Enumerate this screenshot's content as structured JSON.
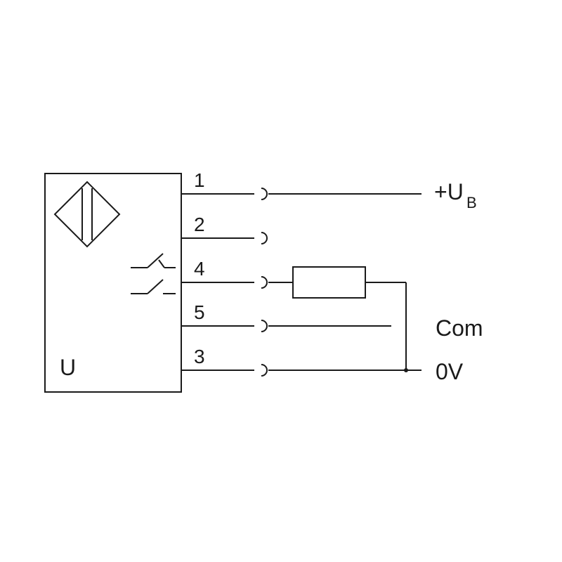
{
  "sensor": {
    "label": "U",
    "pins": [
      {
        "number": "1",
        "terminal": "+U",
        "terminal_subscript": "B"
      },
      {
        "number": "2"
      },
      {
        "number": "4"
      },
      {
        "number": "5",
        "terminal": "Com"
      },
      {
        "number": "3",
        "terminal": "0V"
      }
    ]
  },
  "icons": {
    "sensor_symbol": "inductive-sensor-icon",
    "switch_symbol": "changeover-contact-icon",
    "load_symbol": "resistor-load-icon"
  },
  "colors": {
    "line": "#1a1a1a",
    "background": "#ffffff"
  }
}
